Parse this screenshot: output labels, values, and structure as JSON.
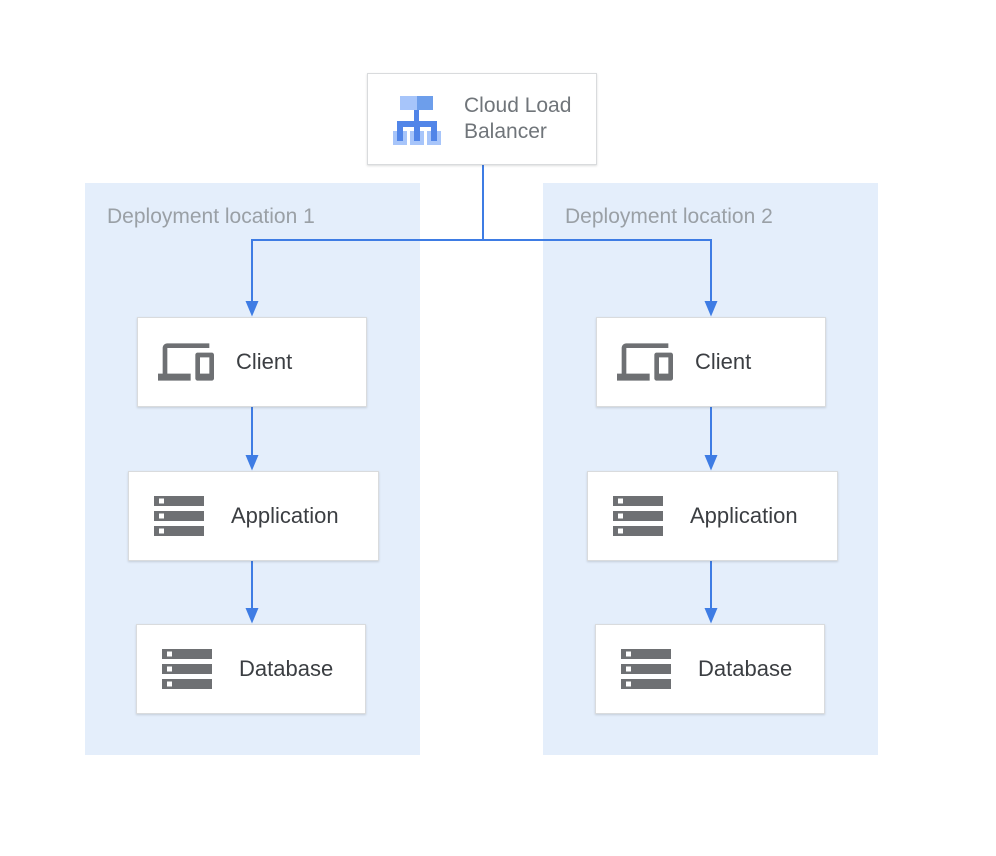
{
  "diagram": {
    "load_balancer": {
      "label": "Cloud Load Balancer",
      "icon": "load-balancer-icon"
    },
    "panels": [
      {
        "label": "Deployment location 1",
        "nodes": [
          {
            "label": "Client",
            "icon": "devices-icon"
          },
          {
            "label": "Application",
            "icon": "server-stack-icon"
          },
          {
            "label": "Database",
            "icon": "server-stack-icon"
          }
        ]
      },
      {
        "label": "Deployment location 2",
        "nodes": [
          {
            "label": "Client",
            "icon": "devices-icon"
          },
          {
            "label": "Application",
            "icon": "server-stack-icon"
          },
          {
            "label": "Database",
            "icon": "server-stack-icon"
          }
        ]
      }
    ],
    "connections": [
      {
        "from": "Cloud Load Balancer",
        "to": "Client @ Deployment location 1"
      },
      {
        "from": "Cloud Load Balancer",
        "to": "Client @ Deployment location 2"
      },
      {
        "from": "Client @ Deployment location 1",
        "to": "Application @ Deployment location 1"
      },
      {
        "from": "Application @ Deployment location 1",
        "to": "Database @ Deployment location 1"
      },
      {
        "from": "Client @ Deployment location 2",
        "to": "Application @ Deployment location 2"
      },
      {
        "from": "Application @ Deployment location 2",
        "to": "Database @ Deployment location 2"
      }
    ],
    "colors": {
      "arrow": "#3e7ce4",
      "panel_background": "#e4eefb",
      "node_background": "#ffffff",
      "node_border": "#d9dbdd",
      "node_label": "#3b3e42",
      "lb_label": "#70757a",
      "panel_label": "#9aa0a6",
      "icon_gray": "#6e7073",
      "icon_blue_light": "#a7c5fa",
      "icon_blue_mid": "#6d9eeb",
      "icon_blue_dark": "#5185e8"
    }
  }
}
